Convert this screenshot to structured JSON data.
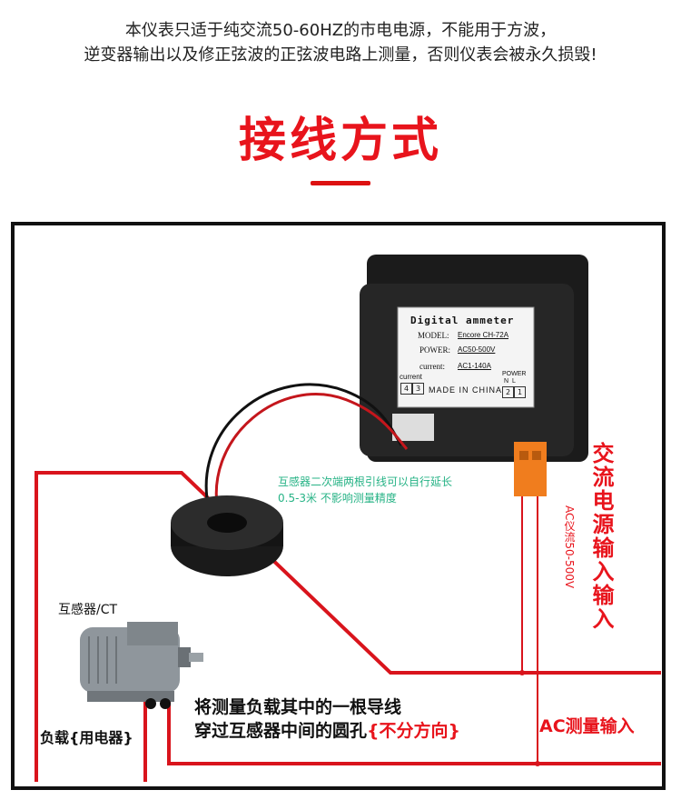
{
  "warning": {
    "line1": "本仪表只适于纯交流50-60HZ的市电电源，不能用于方波，",
    "line2": "逆变器输出以及修正弦波的正弦波电路上测量，否则仪表会被永久损毁!"
  },
  "title": "接线方式",
  "meter": {
    "heading": "Digital ammeter",
    "model_label": "MODEL:",
    "model_value": "Encore CH-72A",
    "power_label": "POWER:",
    "power_value": "AC50-500V",
    "current_label": "current:",
    "current_value": "AC1-140A",
    "terminal_current_label": "current",
    "terminal_current_pins": [
      "4",
      "3"
    ],
    "made_in": "MADE IN CHINA",
    "terminal_power_label": "POWER",
    "terminal_power_nl": "N  L",
    "terminal_power_pins": [
      "2",
      "1"
    ]
  },
  "notes": {
    "ct_lead": "互感器二次端两根引线可以自行延长",
    "ct_lead2": "0.5-3米 不影响测量精度",
    "ac_range": "AC仪流50-500V",
    "ac_power_input": "交流电源输入输入",
    "ct_label": "互感器/CT",
    "load_label": "负载{用电器}",
    "instruction_line1": "将测量负载其中的一根导线",
    "instruction_line2": "穿过互感器中间的圆孔",
    "instruction_emphasis": "{不分方向}",
    "ac_measure_input": "AC测量输入"
  },
  "colors": {
    "accent_red": "#e8141c",
    "wire_red": "#d9141c",
    "note_green": "#27b386",
    "terminal_orange": "#f07d1e"
  }
}
